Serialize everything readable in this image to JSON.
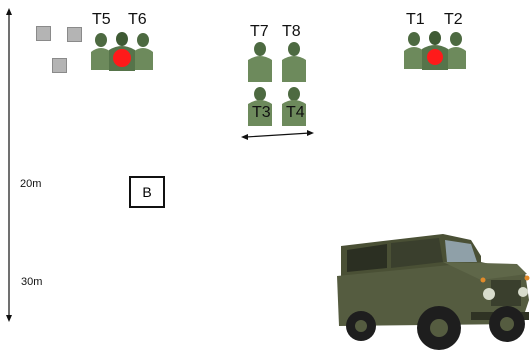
{
  "targets": {
    "group_left": {
      "labels": [
        "T5",
        "T6"
      ]
    },
    "group_middle": {
      "labels_top": [
        "T7",
        "T8"
      ],
      "labels_bottom": [
        "T3",
        "T4"
      ]
    },
    "group_right": {
      "labels": [
        "T1",
        "T2"
      ]
    }
  },
  "distances": {
    "d20": "20m",
    "d30": "30m"
  },
  "position_box": {
    "label": "B"
  },
  "colors": {
    "camo_dark": "#3f5a34",
    "camo_light": "#7e9a6c",
    "hit_marker": "#ff1a1a",
    "vehicle": "#4a5035"
  }
}
